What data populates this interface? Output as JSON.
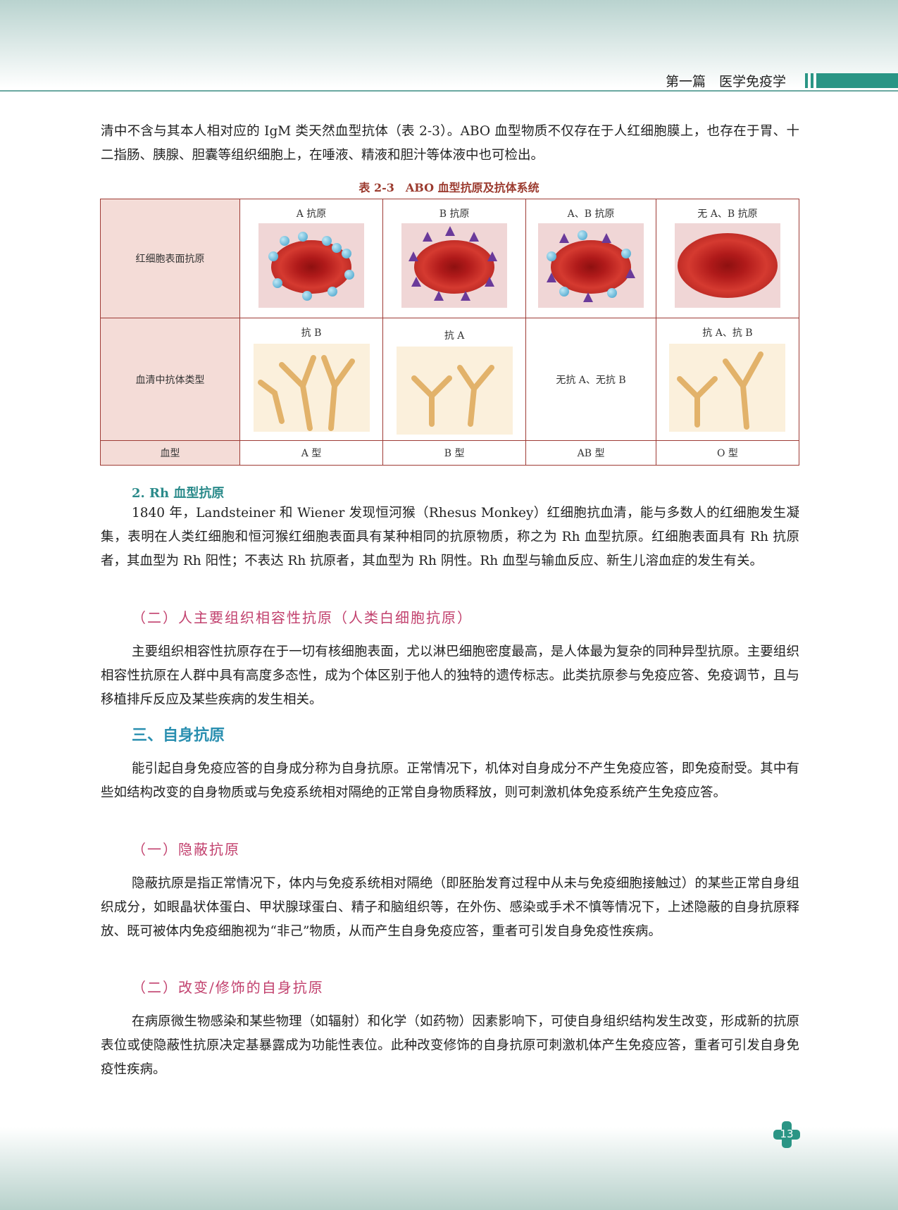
{
  "header": {
    "title": "第一篇　医学免疫学"
  },
  "paragraphs": {
    "p1": "清中不含与其本人相对应的 IgM 类天然血型抗体（表 2-3）。ABO 血型物质不仅存在于人红细胞膜上，也存在于胃、十二指肠、胰腺、胆囊等组织细胞上，在唾液、精液和胆汁等体液中也可检出。",
    "rh_heading": "2. Rh 血型抗原",
    "p2": "1840 年，Landsteiner 和 Wiener 发现恒河猴（Rhesus Monkey）红细胞抗血清，能与多数人的红细胞发生凝集，表明在人类红细胞和恒河猴红细胞表面具有某种相同的抗原物质，称之为 Rh 血型抗原。红细胞表面具有 Rh 抗原者，其血型为 Rh 阳性；不表达 Rh 抗原者，其血型为 Rh 阴性。Rh 血型与输血反应、新生儿溶血症的发生有关。",
    "h_mhc": "（二）人主要组织相容性抗原（人类白细胞抗原）",
    "p3": "主要组织相容性抗原存在于一切有核细胞表面，尤以淋巴细胞密度最高，是人体最为复杂的同种异型抗原。主要组织相容性抗原在人群中具有高度多态性，成为个体区别于他人的独特的遗传标志。此类抗原参与免疫应答、免疫调节，且与移植排斥反应及某些疾病的发生相关。",
    "h3": "三、自身抗原",
    "p4": "能引起自身免疫应答的自身成分称为自身抗原。正常情况下，机体对自身成分不产生免疫应答，即免疫耐受。其中有些如结构改变的自身物质或与免疫系统相对隔绝的正常自身物质释放，则可刺激机体免疫系统产生免疫应答。",
    "h_hidden": "（一）隐蔽抗原",
    "p5": "隐蔽抗原是指正常情况下，体内与免疫系统相对隔绝（即胚胎发育过程中从未与免疫细胞接触过）的某些正常自身组织成分，如眼晶状体蛋白、甲状腺球蛋白、精子和脑组织等，在外伤、感染或手术不慎等情况下，上述隐蔽的自身抗原释放、既可被体内免疫细胞视为“非己”物质，从而产生自身免疫应答，重者可引发自身免疫性疾病。",
    "h_modified": "（二）改变/修饰的自身抗原",
    "p6": "在病原微生物感染和某些物理（如辐射）和化学（如药物）因素影响下，可使自身组织结构发生改变，形成新的抗原表位或使隐蔽性抗原决定基暴露成为功能性表位。此种改变修饰的自身抗原可刺激机体产生免疫应答，重者可引发自身免疫性疾病。"
  },
  "table": {
    "caption": "表 2-3　ABO 血型抗原及抗体系统",
    "row_labels": [
      "红细胞表面抗原",
      "血清中抗体类型",
      "血型"
    ],
    "antigens": [
      "A 抗原",
      "B 抗原",
      "A、B 抗原",
      "无 A、B 抗原"
    ],
    "antibodies": [
      "抗 B",
      "抗 A",
      "无抗 A、无抗 B",
      "抗 A、抗 B"
    ],
    "blood_types": [
      "A 型",
      "B 型",
      "AB 型",
      "O 型"
    ]
  },
  "page_number": "13"
}
